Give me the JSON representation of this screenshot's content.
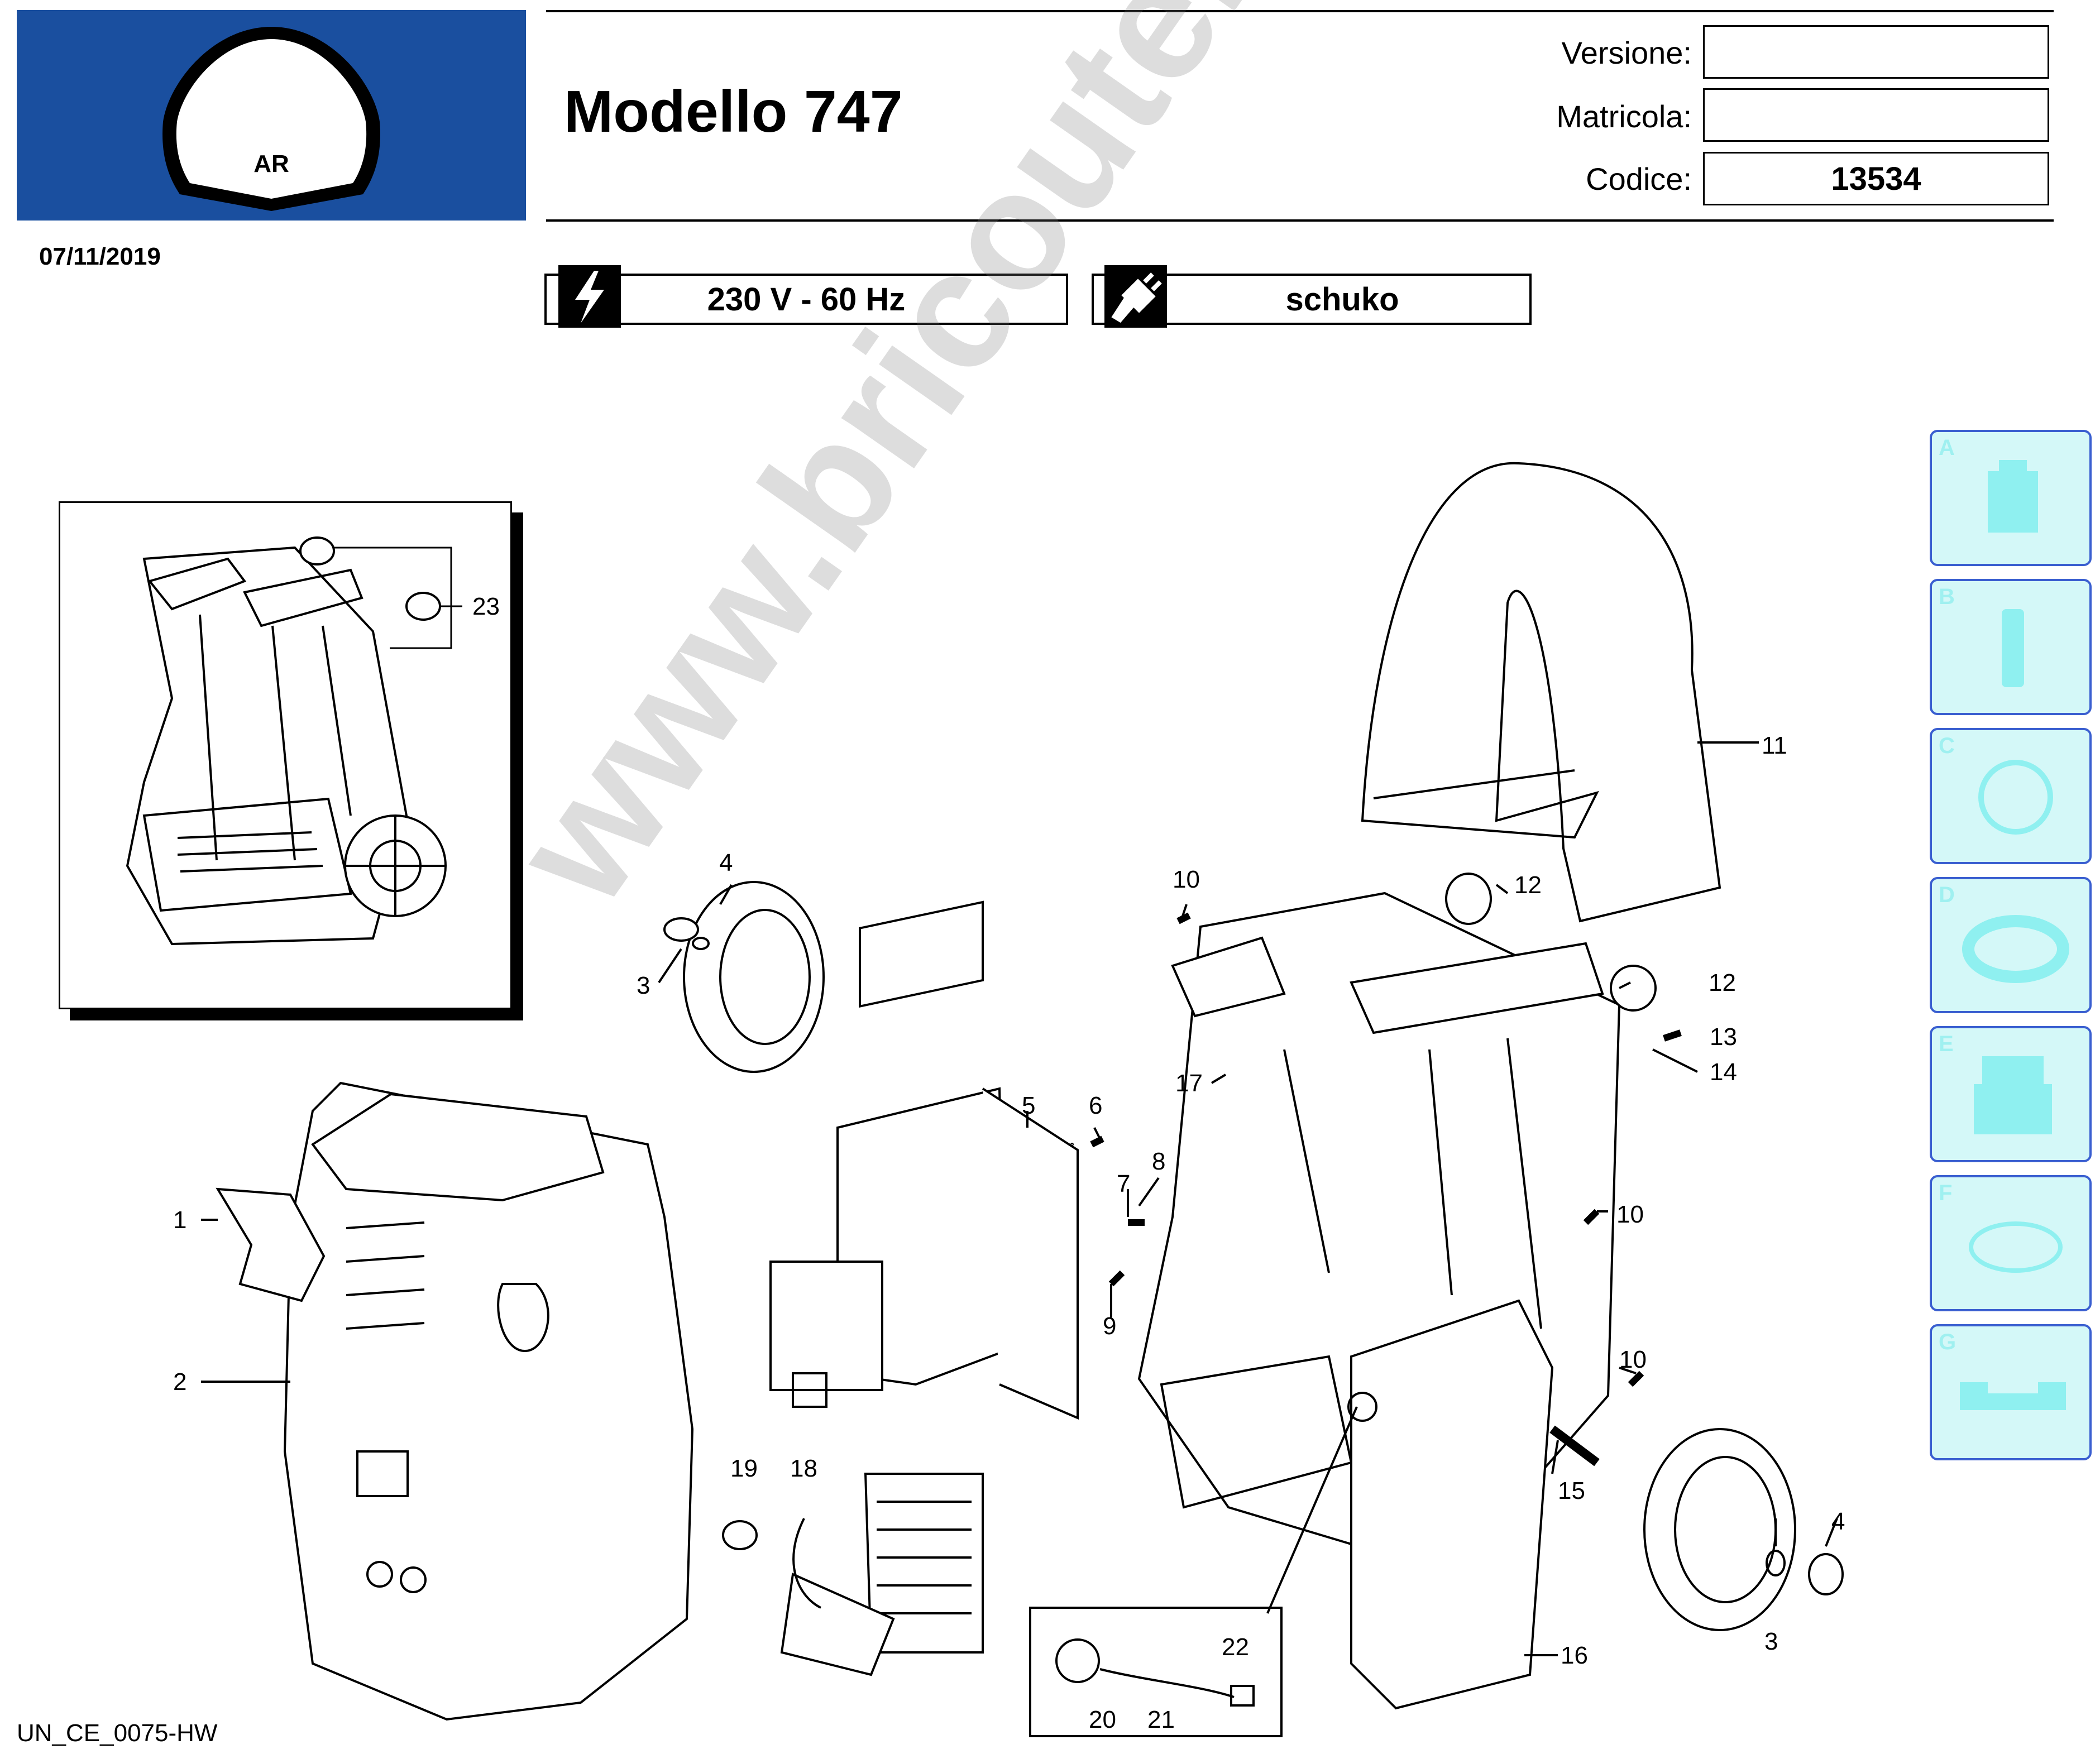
{
  "header": {
    "title": "Modello 747",
    "date": "07/11/2019",
    "fields": [
      {
        "label": "Versione:",
        "value": ""
      },
      {
        "label": "Matricola:",
        "value": ""
      },
      {
        "label": "Codice:",
        "value": "13534"
      }
    ],
    "logo_text": "AR"
  },
  "specs": {
    "voltage": "230 V - 60 Hz",
    "voltage_icon": "lightning-icon",
    "plug": "schuko",
    "plug_icon": "plug-icon"
  },
  "side_tabs": [
    {
      "letter": "A",
      "icon": "motor-part-icon"
    },
    {
      "letter": "B",
      "icon": "cylinder-part-icon"
    },
    {
      "letter": "C",
      "icon": "ring-seal-icon"
    },
    {
      "letter": "D",
      "icon": "gasket-icon"
    },
    {
      "letter": "E",
      "icon": "valve-part-icon"
    },
    {
      "letter": "F",
      "icon": "o-ring-icon"
    },
    {
      "letter": "G",
      "icon": "bracket-part-icon"
    }
  ],
  "callouts": [
    "1",
    "2",
    "3",
    "4",
    "5",
    "6",
    "7",
    "8",
    "9",
    "10",
    "10",
    "10",
    "11",
    "12",
    "12",
    "13",
    "14",
    "15",
    "16",
    "17",
    "18",
    "19",
    "20",
    "21",
    "22",
    "23",
    "3",
    "4"
  ],
  "watermark": "www.bricoutensili.com",
  "footer": "UN_CE_0075-HW",
  "colors": {
    "brand_blue": "#1a4f9f",
    "tab_fill": "#d4f8f8",
    "tab_border": "#3a5fd0"
  }
}
